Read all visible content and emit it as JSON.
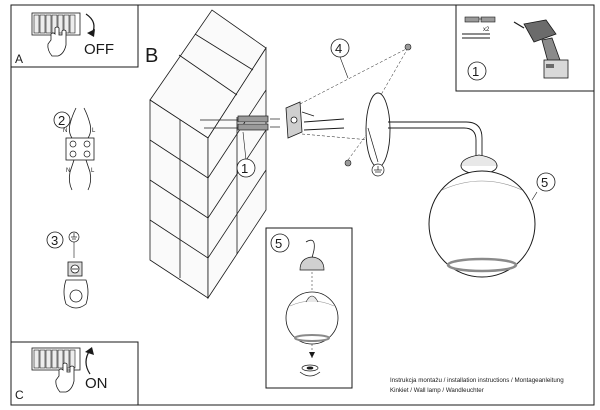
{
  "panel_a": {
    "letter": "A",
    "state": "OFF"
  },
  "panel_b": {
    "letter": "B"
  },
  "panel_c": {
    "letter": "C",
    "state": "ON"
  },
  "step_1_inset": {
    "number": "1",
    "count_label": "x2"
  },
  "steps": {
    "step_2": "2",
    "step_3": "3",
    "step_1": "1",
    "step_4": "4",
    "step_5": "5",
    "step_5_detail": "5"
  },
  "connector_labels": {
    "n_top": "N",
    "l_top": "L",
    "n_bottom": "N",
    "l_bottom": "L"
  },
  "footer": {
    "line1": "Instrukcja montażu / installation instructions / Montageanleitung",
    "line2": "Kinkiet / Wall lamp / Wandleuchter"
  },
  "colors": {
    "line": "#1a1a1a",
    "shade": "#8a8a8a",
    "drill_body": "#6b6b6b",
    "battery": "#d9d9d9"
  }
}
